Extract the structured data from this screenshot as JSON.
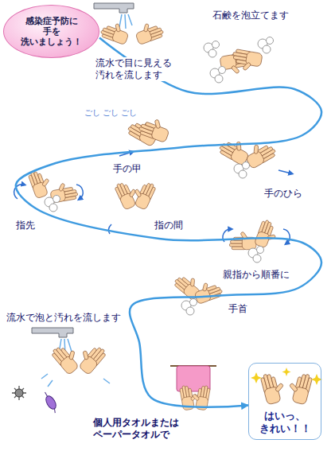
{
  "diagram": {
    "nodes": [
      {
        "text": [
          "感染症予防に 手を 洗いましょう！"
        ]
      },
      {
        "text": [
          "はいっ、 きれい！！"
        ]
      }
    ],
    "edges": [
      {
        "from": 0,
        "to": 1,
        "arrow": "to"
      }
    ],
    "labels": [
      "流水で目に見える 汚れを流します",
      "石鹸を泡立てます",
      "手のひら",
      "ごし ごし ごし",
      "手の甲",
      "指先",
      "指の間",
      "親指から順番に",
      "手首",
      "流水で泡と汚れを流します",
      "個人用タオルまたは ペーパータオルで"
    ]
  }
}
